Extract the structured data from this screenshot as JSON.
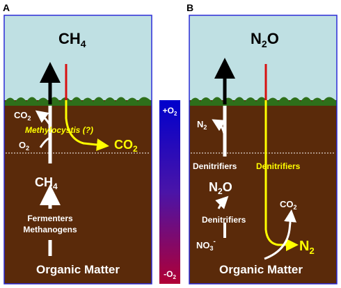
{
  "colors": {
    "sky": "#bfe0e3",
    "soil": "#5a2a0a",
    "frame": "#2a2ad6",
    "grass": "#2e6f1a",
    "white": "#ffffff",
    "yellow": "#ffff00",
    "red": "#d81010",
    "dotted": "#ffffff",
    "bar_top": "#0000cc",
    "bar_bottom": "#b00035"
  },
  "panel_a": {
    "letter": "A",
    "gas_main": "CH",
    "gas_main_sub": "4",
    "co2_label": "CO",
    "co2_sub": "2",
    "o2_label": "O",
    "o2_sub": "2",
    "methylocystis": "Methylocystis (?)",
    "co2_yellow": "CO",
    "co2_yellow_sub": "2",
    "ch4_label": "CH",
    "ch4_sub": "4",
    "fermenters": "Fermenters",
    "methanogens": "Methanogens",
    "organic": "Organic Matter"
  },
  "oxygen_bar": {
    "top_label": "+O",
    "top_sub": "2",
    "bottom_label": "-O",
    "bottom_sub": "2"
  },
  "panel_b": {
    "letter": "B",
    "gas_main_n": "N",
    "gas_main_n_sub": "2",
    "gas_main_o": "O",
    "n2_label": "N",
    "n2_sub": "2",
    "denitrifiers_white": "Denitrifiers",
    "denitrifiers_yellow": "Denitrifiers",
    "n2o_n": "N",
    "n2o_sub": "2",
    "n2o_o": "O",
    "co2_label": "CO",
    "co2_sub": "2",
    "denitrifiers_lower": "Denitrifiers",
    "no3_label": "NO",
    "no3_sub": "3",
    "no3_sup": "-",
    "n2_big": "N",
    "n2_big_sub": "2",
    "organic": "Organic Matter"
  }
}
